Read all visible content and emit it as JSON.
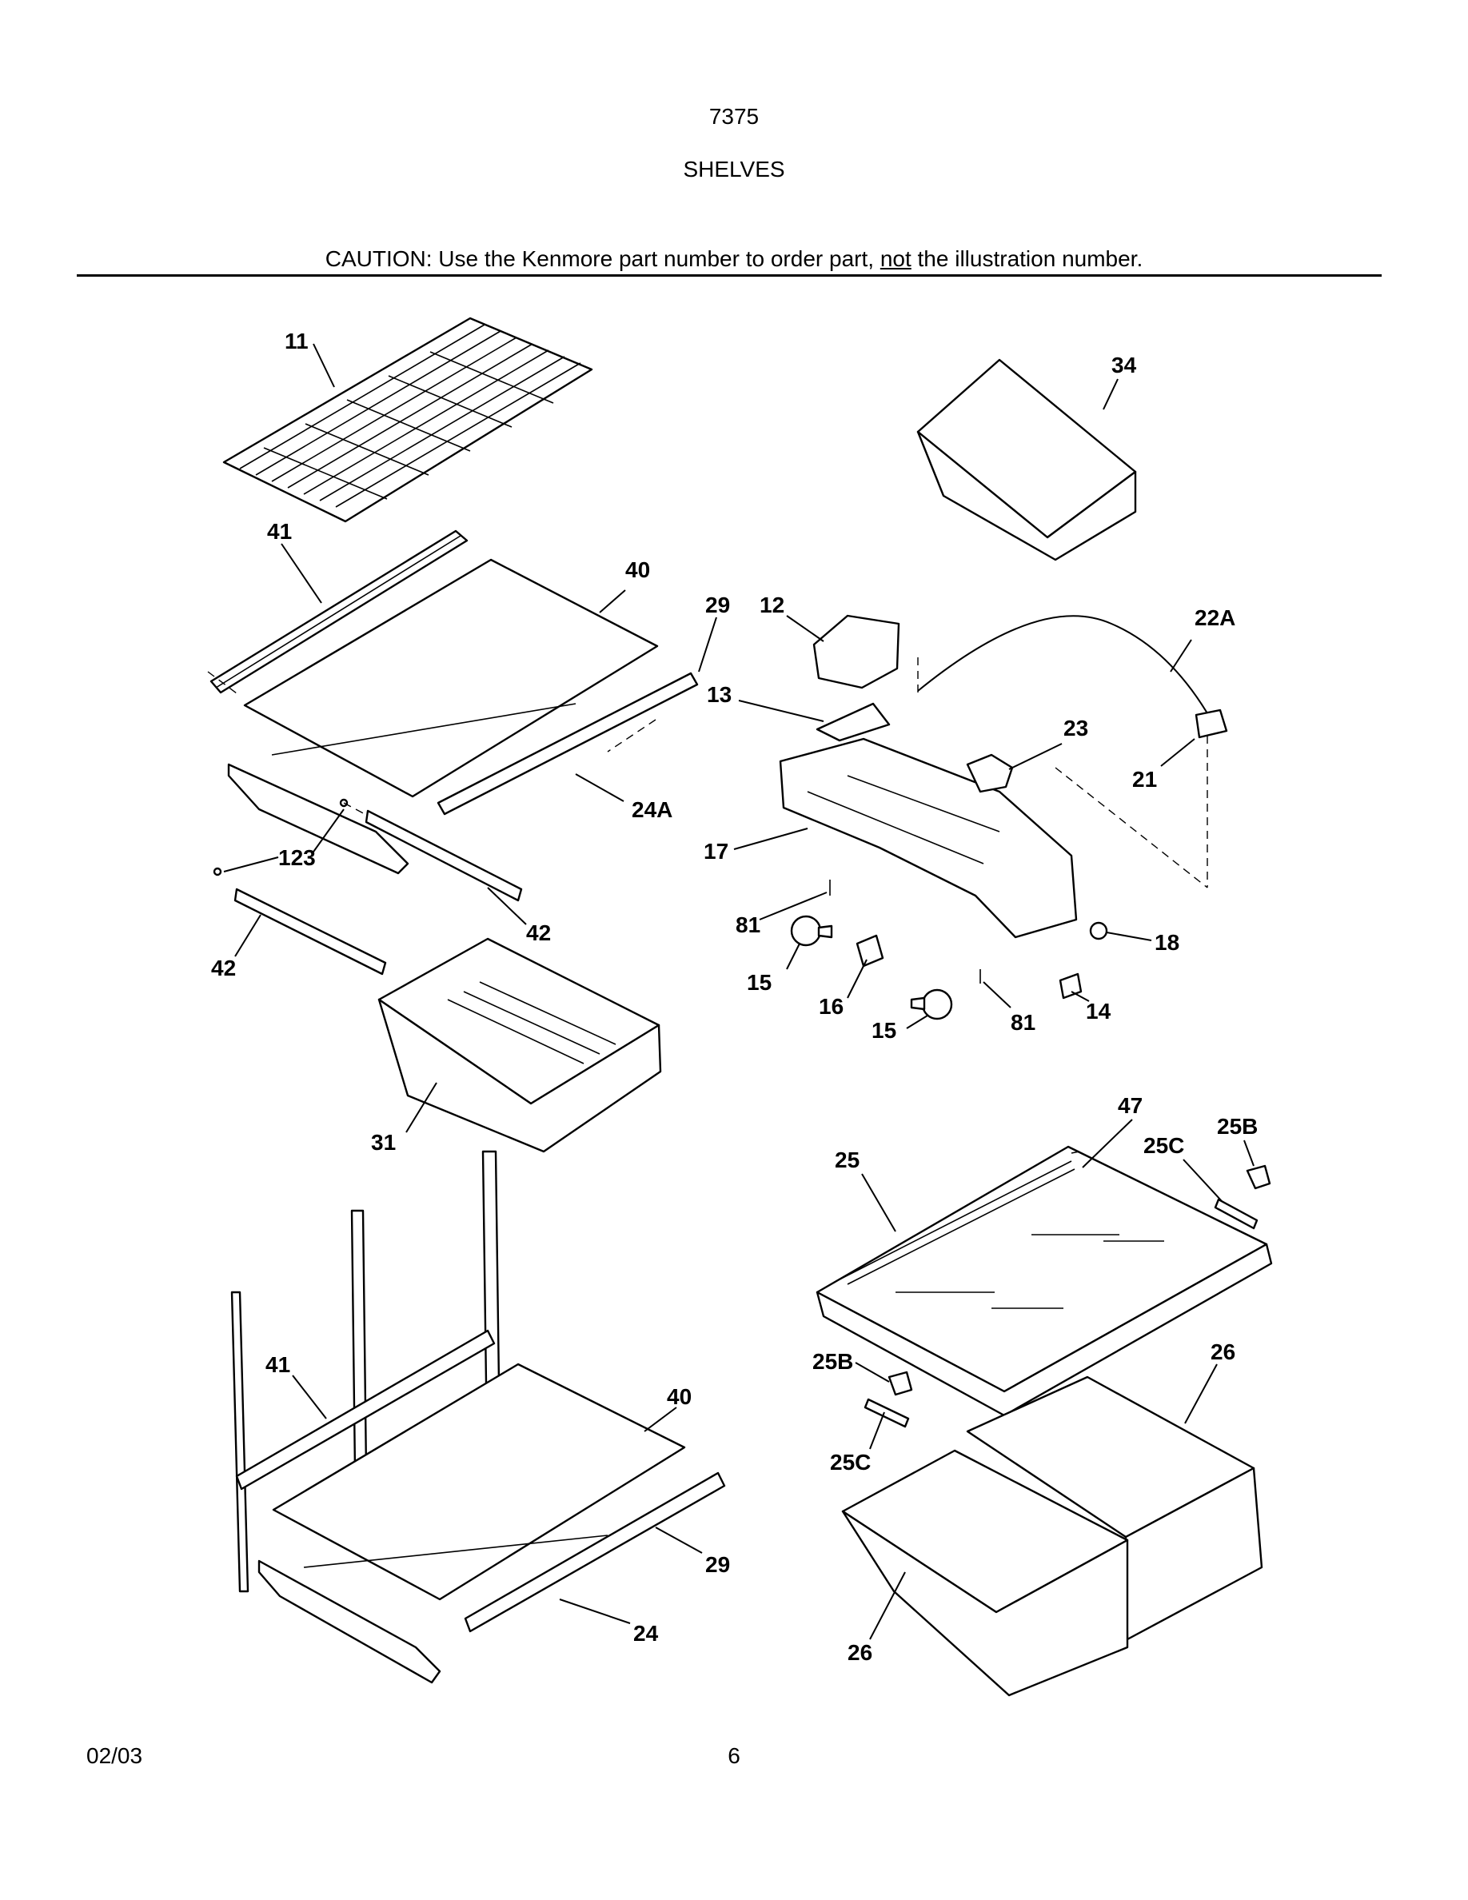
{
  "header": {
    "model": "7375",
    "section": "SHELVES",
    "caution_prefix": "CAUTION: Use the Kenmore part number to order part, ",
    "caution_emphasis": "not",
    "caution_suffix": " the illustration number."
  },
  "callouts": {
    "c11": "11",
    "c41a": "41",
    "c40a": "40",
    "c29a": "29",
    "c24A": "24A",
    "c123": "123",
    "c42a": "42",
    "c42b": "42",
    "c31": "31",
    "c34": "34",
    "c12": "12",
    "c22A": "22A",
    "c13": "13",
    "c23": "23",
    "c21": "21",
    "c17": "17",
    "c81a": "81",
    "c18": "18",
    "c15a": "15",
    "c16": "16",
    "c15b": "15",
    "c81b": "81",
    "c14": "14",
    "c47": "47",
    "c25B_top": "25B",
    "c25": "25",
    "c25C_top": "25C",
    "c41b": "41",
    "c40b": "40",
    "c29b": "29",
    "c24": "24",
    "c25B_bot": "25B",
    "c26a": "26",
    "c25C_bot": "25C",
    "c26b": "26"
  },
  "footer": {
    "date": "02/03",
    "page": "6"
  }
}
